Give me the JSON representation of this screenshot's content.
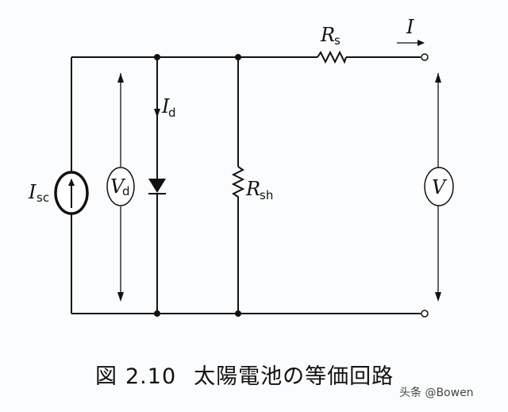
{
  "labels": {
    "I": "I",
    "Rs_main": "R",
    "Rs_sub": "s",
    "Id_main": "I",
    "Id_sub": "d",
    "Isc_main": "I",
    "Isc_sub": "sc",
    "Vd_main": "V",
    "Vd_sub": "d",
    "Rsh_main": "R",
    "Rsh_sub": "sh",
    "V": "V"
  },
  "caption": {
    "figure": "図",
    "number": "2.10",
    "title": "太陽電池の等価回路"
  },
  "watermark": "头条 @Bowen"
}
